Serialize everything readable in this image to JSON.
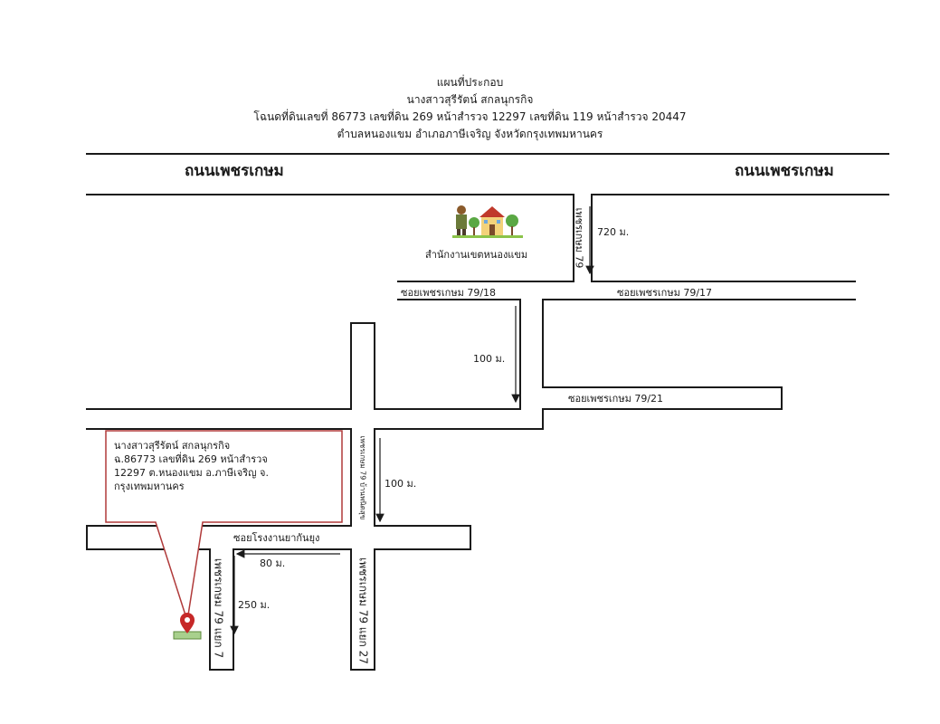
{
  "header": {
    "line1": "แผนที่ประกอบ",
    "line2": "นางสาวสุรีรัตน์ สกลนุกรกิจ",
    "line3": "โฉนดที่ดินเลขที่ 86773 เลขที่ดิน 269 หน้าสำรวจ 12297  เลขที่ดิน 119 หน้าสำรวจ 20447",
    "line4": "ตำบลหนองแขม อำเภอภาษีเจริญ จังหวัดกรุงเทพมหานคร"
  },
  "roads": {
    "main_left": "ถนนเพชรเกษม",
    "main_right": "ถนนเพชรเกษม",
    "soi_79_vertical": "เพชรเกษม 79",
    "soi_79_18": "ซอยเพชรเกษม 79/18",
    "soi_79_17": "ซอยเพชรเกษม 79/17",
    "soi_79_21": "ซอยเพชรเกษม 79/21",
    "soi_village": "เพชรเกษม 79 บ้านพนิตสุข",
    "soi_factory": "ซอยโรงงานยากันยุง",
    "soi_79_7": "เพชรเกษม 79 แยก 7",
    "soi_79_27": "เพชรเกษม 79 แยก 27"
  },
  "distances": {
    "d720": "720 ม.",
    "d100a": "100 ม.",
    "d100b": "100 ม.",
    "d80": "80 ม.",
    "d250": "250 ม."
  },
  "landmark": {
    "name": "สำนักงานเขตหนองแขม",
    "icon": "district-office-icon"
  },
  "callout": {
    "line1": "นางสาวสุรีรัตน์ สกลนุกรกิจ",
    "line2": "ฉ.86773 เลขที่ดิน 269 หน้าสำรวจ",
    "line3": "12297 ต.หนองแขม อ.ภาษีเจริญ จ.",
    "line4": "กรุงเทพมหานคร"
  },
  "colors": {
    "road_line": "#1a1a1a",
    "callout_border": "#b03a3a",
    "pin": "#c62828"
  }
}
